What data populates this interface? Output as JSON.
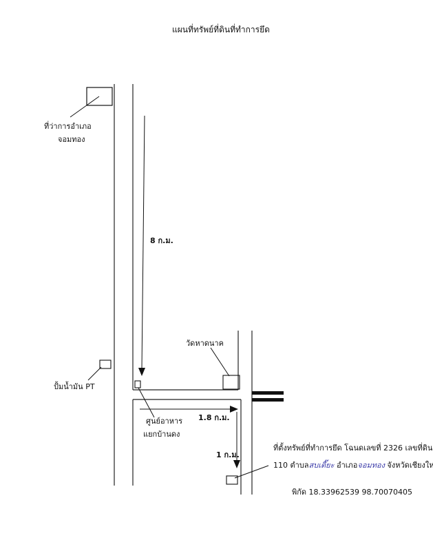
{
  "title": "แผนที่ทรัพย์ที่ดินที่ทำการยึด",
  "landmarks": {
    "district_office_line1": "ที่ว่าการอำเภอ",
    "district_office_line2": "จอมทอง",
    "gas_station": "ปั้มน้ำมัน PT",
    "food_center_line1": "ศูนย์อาหาร",
    "food_center_line2": "แยกบ้านดง",
    "temple": "วัดหาดนาค"
  },
  "distances": {
    "first": "8 ก.ม.",
    "second": "1.8 ก.ม.",
    "third": "1 ก.ม."
  },
  "property_note": {
    "line1": "ที่ตั้งทรัพย์ที่ทำการยึด โฉนดเลขที่ 2326 เลขที่ดิน",
    "line2_prefix": "110 ตำบล",
    "subdistrict_handwritten": "สบเตี๊ยะ",
    "district_text": " อำเภอ",
    "district_handwritten": "จอมทอง",
    "province_text": " จังหวัดเชียงใหม่",
    "coordinates": "พิกัด 18.33962539 98.70070405"
  },
  "colors": {
    "ink": "#111111",
    "handwriting": "#3a3aa8"
  }
}
